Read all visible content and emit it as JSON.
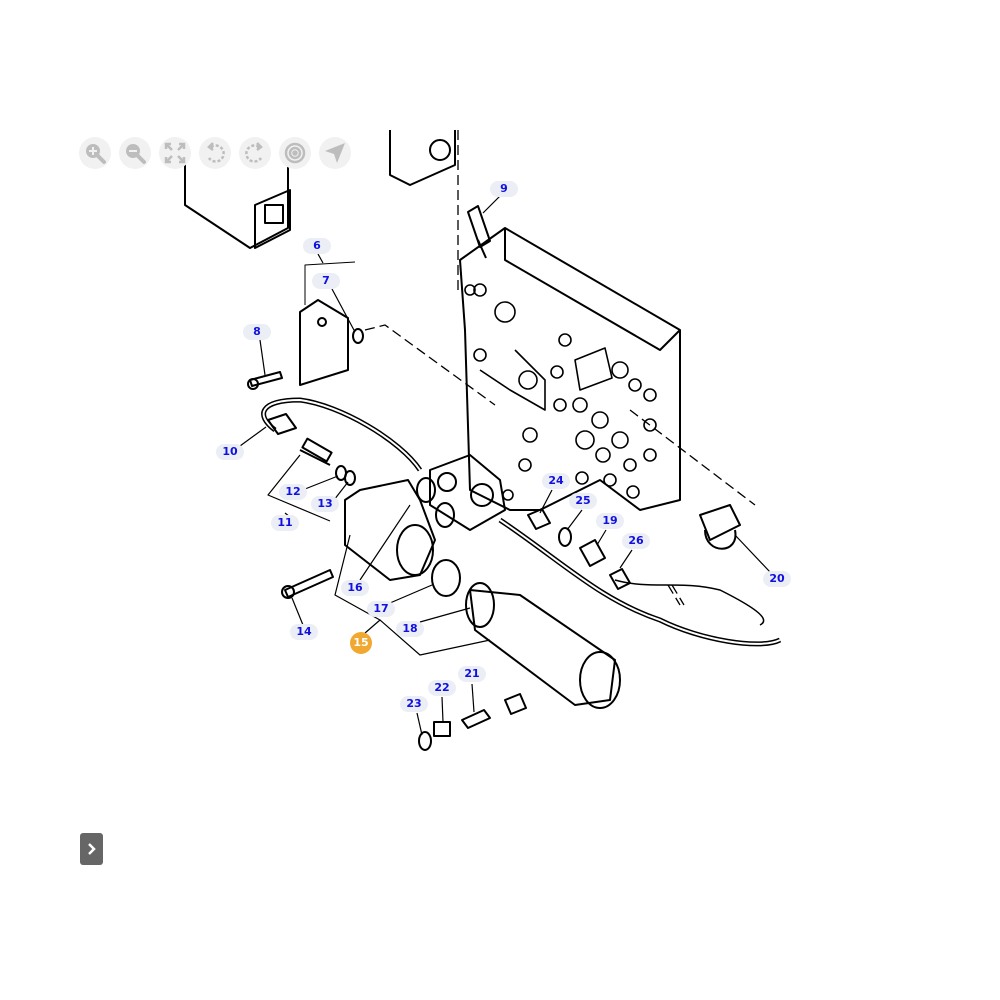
{
  "toolbar": [
    {
      "name": "zoom-in-icon"
    },
    {
      "name": "zoom-out-icon"
    },
    {
      "name": "fit-screen-icon"
    },
    {
      "name": "rotate-left-icon"
    },
    {
      "name": "rotate-right-icon"
    },
    {
      "name": "target-icon"
    },
    {
      "name": "navigate-icon"
    }
  ],
  "callouts": [
    {
      "label": "9"
    },
    {
      "label": "6"
    },
    {
      "label": "7"
    },
    {
      "label": "8"
    },
    {
      "label": "10"
    },
    {
      "label": "12"
    },
    {
      "label": "13"
    },
    {
      "label": "11"
    },
    {
      "label": "24"
    },
    {
      "label": "25"
    },
    {
      "label": "19"
    },
    {
      "label": "26"
    },
    {
      "label": "20"
    },
    {
      "label": "16"
    },
    {
      "label": "17"
    },
    {
      "label": "18"
    },
    {
      "label": "14"
    },
    {
      "label": "15",
      "active": true
    },
    {
      "label": "21"
    },
    {
      "label": "22"
    },
    {
      "label": "23"
    }
  ],
  "colors": {
    "callout_text": "#1010e0",
    "callout_bg": "#eceef6",
    "active": "#f0a830",
    "toolbar_icon": "#bdbdbd"
  }
}
